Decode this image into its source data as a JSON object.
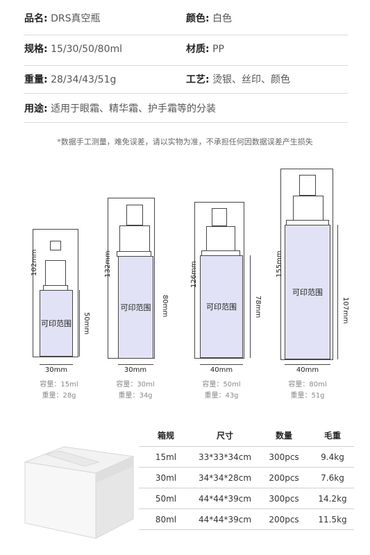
{
  "specs": {
    "name": {
      "label": "品名:",
      "value": "DRS真空瓶"
    },
    "color": {
      "label": "颜色:",
      "value": "白色"
    },
    "size": {
      "label": "规格:",
      "value": "15/30/50/80ml"
    },
    "material": {
      "label": "材质:",
      "value": "PP"
    },
    "weight": {
      "label": "重量:",
      "value": "28/34/43/51g"
    },
    "process": {
      "label": "工艺:",
      "value": "烫银、丝印、颜色"
    },
    "usage": {
      "label": "用途:",
      "value": "适用于眼霜、精华霜、护手霜等的分装"
    }
  },
  "note": "*数据手工测量，难免误差，请以实物为准，不承担任何因数据误差产生损失",
  "bottles": [
    {
      "print_label": "可印范围",
      "total_height": "102mm",
      "print_height": "50mm",
      "width": "30mm",
      "capacity": "容量：15ml",
      "weight": "重量：28g"
    },
    {
      "print_label": "可印范围",
      "total_height": "132mm",
      "print_height": "80mm",
      "width": "30mm",
      "capacity": "容量：30ml",
      "weight": "重量：34g"
    },
    {
      "print_label": "可印范围",
      "total_height": "126mm",
      "print_height": "78mm",
      "width": "40mm",
      "capacity": "容量：50ml",
      "weight": "重量：43g"
    },
    {
      "print_label": "可印范围",
      "total_height": "155mm",
      "print_height": "107mm",
      "width": "40mm",
      "capacity": "容量：80ml",
      "weight": "重量：51g"
    }
  ],
  "packing": {
    "headers": [
      "箱规",
      "尺寸",
      "数量",
      "毛重"
    ],
    "rows": [
      [
        "15ml",
        "33*33*34cm",
        "300pcs",
        "9.4kg"
      ],
      [
        "30ml",
        "34*34*28cm",
        "200pcs",
        "7.6kg"
      ],
      [
        "50ml",
        "44*44*39cm",
        "300pcs",
        "14.2kg"
      ],
      [
        "80ml",
        "44*44*39cm",
        "200pcs",
        "11.5kg"
      ]
    ]
  }
}
